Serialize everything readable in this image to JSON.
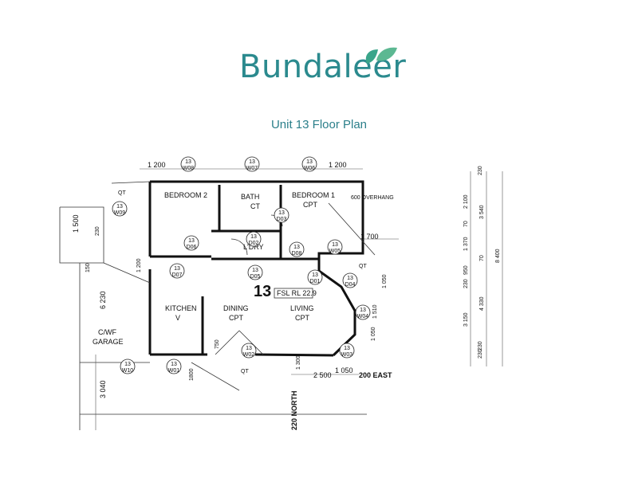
{
  "brand": {
    "name": "Bundaleer",
    "color": "#2b8a8e",
    "icon": "leaf-icon"
  },
  "subtitle": "Unit 13 Floor Plan",
  "plan": {
    "unit_number": "13",
    "fsl": "FSL RL 22.9",
    "rooms": [
      {
        "id": "bedroom2",
        "name": "BEDROOM 2",
        "finish": ""
      },
      {
        "id": "bath",
        "name": "BATH",
        "finish": "CT"
      },
      {
        "id": "bedroom1",
        "name": "BEDROOM 1",
        "finish": "CPT"
      },
      {
        "id": "ldry",
        "name": "L'DRY",
        "finish": ""
      },
      {
        "id": "kitchen",
        "name": "KITCHEN",
        "finish": "V"
      },
      {
        "id": "dining",
        "name": "DINING",
        "finish": "CPT"
      },
      {
        "id": "living",
        "name": "LIVING",
        "finish": "CPT"
      },
      {
        "id": "garage",
        "name": "GARAGE",
        "finish": "C/WF"
      }
    ],
    "tags": [
      "W09",
      "W07",
      "W06",
      "W08",
      "D06",
      "D07",
      "D03",
      "D01",
      "D04",
      "D05",
      "D02",
      "W05",
      "W04",
      "W03",
      "W02",
      "W01",
      "W10",
      "D08"
    ],
    "dims": {
      "top_left": "1 200",
      "top_right": "1 200",
      "overhang": "600 OVERHANG",
      "right_1700": "1 700",
      "left_1500": "1 500",
      "left_230": "230",
      "left_150": "150",
      "left_1200": "1 200",
      "left_6230": "6 230",
      "left_3040": "3 040",
      "mid_750": "750",
      "mid_1800": "1800",
      "bot_1300": "1 300",
      "bot_2500": "2 500",
      "bot_1050": "1 050",
      "right_1050": "1 050",
      "right_1510": "1 510",
      "right_1050b": "1 050",
      "bot_east": "200 EAST",
      "bot_north": "220 NORTH",
      "qt": "QT"
    },
    "side_dims": [
      "230",
      "2 100",
      "70",
      "1 370",
      "950",
      "230",
      "3 150",
      "230",
      "3 540",
      "70",
      "4 330",
      "8 400",
      "230"
    ]
  }
}
